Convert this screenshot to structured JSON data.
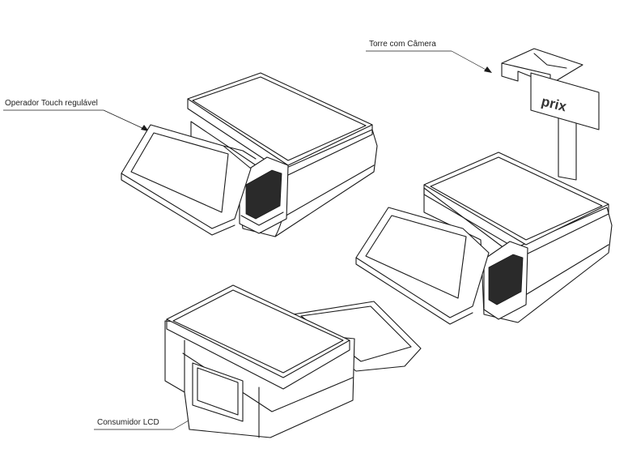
{
  "labels": {
    "operator_touch": "Operador Touch regulável",
    "camera_tower": "Torre com Câmera",
    "consumer_lcd": "Consumidor LCD",
    "brand_logo": "prix"
  },
  "colors": {
    "line": "#1a1a1a",
    "background": "#ffffff",
    "speaker_grille": "#2a2a2a"
  }
}
